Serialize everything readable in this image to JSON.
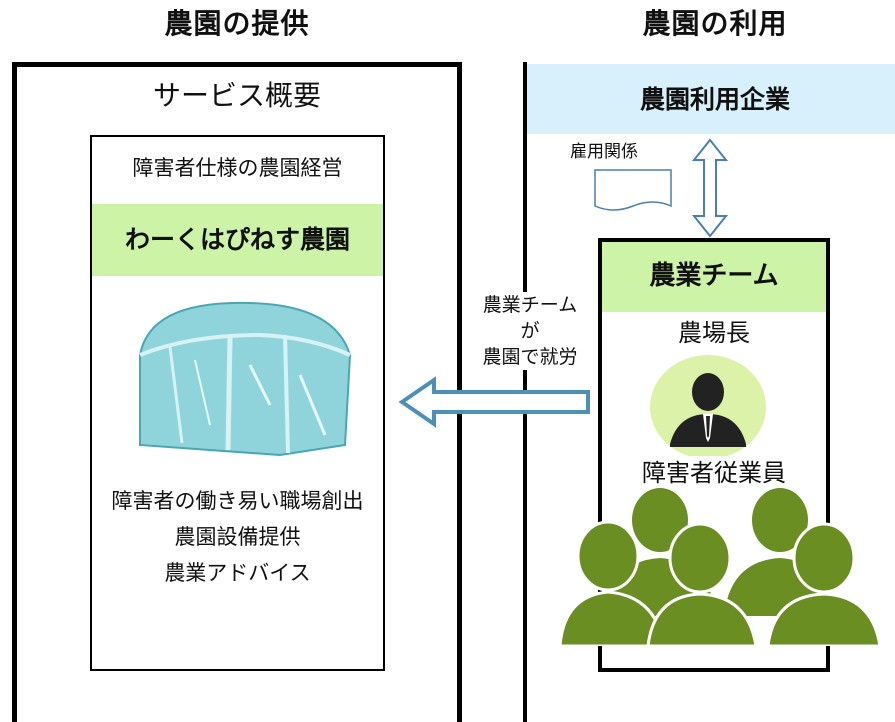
{
  "left": {
    "heading": "農園の提供",
    "box_title": "サービス概要",
    "service_desc": "障害者仕様の農園経営",
    "farm_name": "わーくはぴねす農園",
    "benefits": [
      "障害者の働き易い職場創出",
      "農園設備提供",
      "農業アドバイス"
    ],
    "icons": [
      "greenhouse-icon"
    ]
  },
  "right": {
    "heading": "農園の利用",
    "company_label": "農園利用企業",
    "relation_label": "雇用関係",
    "team_label": "農業チーム",
    "manager_label": "農場長",
    "employees_label": "障害者従業員",
    "icons": [
      "document-icon",
      "double-arrow-icon",
      "manager-icon",
      "people-group-icon"
    ]
  },
  "middle": {
    "arrow_text_line1": "農業チーム",
    "arrow_text_line2": "が",
    "arrow_text_line3": "農園で就労",
    "icons": [
      "left-arrow-icon"
    ]
  },
  "colors": {
    "green_band": "#ccf3a6",
    "blue_band": "#d8f0fb",
    "arrow_stroke": "#4a90b8",
    "greenhouse_fill": "#8fd4db",
    "people_fill": "#6b8e23",
    "manager_bg": "#dcf2a8"
  }
}
